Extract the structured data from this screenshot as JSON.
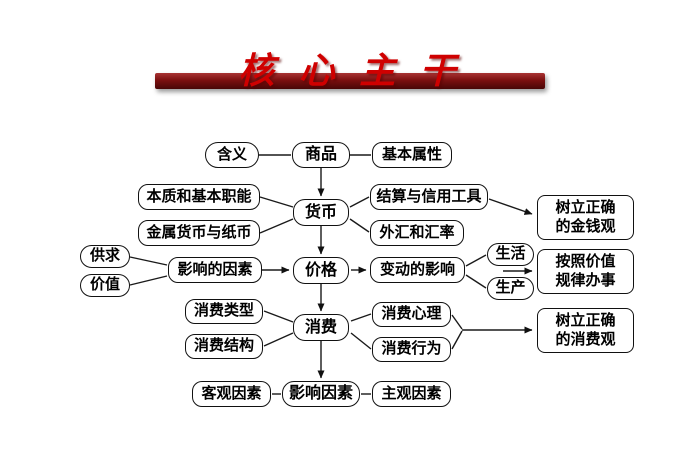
{
  "title": "核 心 主 干",
  "nodes": {
    "hanyi": "含义",
    "shangpin": "商品",
    "jiben_shuxing": "基本属性",
    "benzhi_zhineng": "本质和基本职能",
    "jinshu_zhibi": "金属货币与纸币",
    "huobi": "货币",
    "jiesuan_gongju": "结算与信用工具",
    "waihui_huilv": "外汇和汇率",
    "jinqian_guan": "树立正确\n的金钱观",
    "gongqiu": "供求",
    "jiazhi": "价值",
    "yingxiang_de_yinsu": "影响的因素",
    "jiage": "价格",
    "biandong_yingxiang": "变动的影响",
    "shenghuo": "生活",
    "shengchan": "生产",
    "jiazhi_guilv": "按照价值\n规律办事",
    "xiaofei_leixing": "消费类型",
    "xiaofei_jiegou": "消费结构",
    "xiaofei": "消费",
    "xiaofei_xinli": "消费心理",
    "xiaofei_xingwei": "消费行为",
    "xiaofei_guan": "树立正确\n的消费观",
    "keguan_yinsu": "客观因素",
    "yingxiang_yinsu": "影响因素",
    "zhuguan_yinsu": "主观因素"
  }
}
